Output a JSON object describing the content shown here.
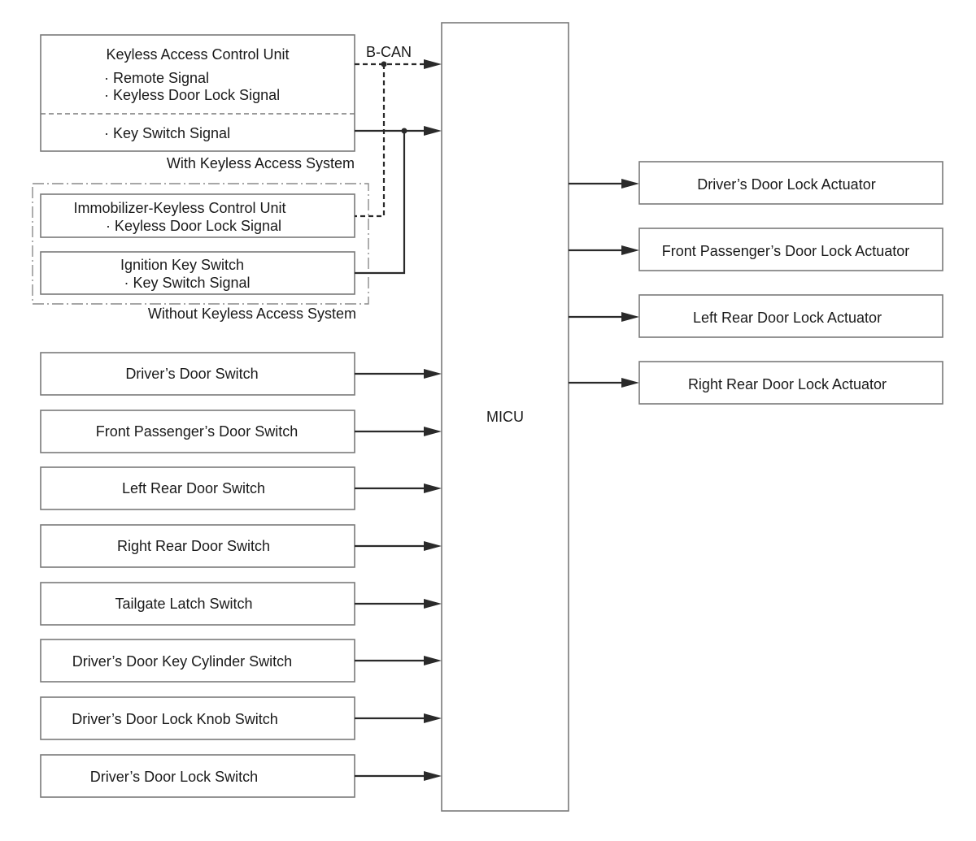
{
  "keyless_unit": {
    "title": "Keyless Access Control Unit",
    "line1": "· Remote Signal",
    "line2": "· Keyless Door Lock Signal",
    "line3": "· Key Switch Signal"
  },
  "bus_label": "B-CAN",
  "with_keyless_label": "With Keyless Access System",
  "immobilizer_unit": {
    "title": "Immobilizer-Keyless Control Unit",
    "line1": "· Keyless Door Lock Signal"
  },
  "ignition_switch": {
    "title": "Ignition Key Switch",
    "line1": "· Key Switch Signal"
  },
  "without_keyless_label": "Without Keyless Access System",
  "micu_label": "MICU",
  "input_switches": [
    "Driver’s Door Switch",
    "Front Passenger’s Door Switch",
    "Left Rear Door Switch",
    "Right Rear Door Switch",
    "Tailgate Latch Switch",
    "Driver’s Door Key Cylinder Switch",
    "Driver’s Door Lock Knob Switch",
    "Driver’s Door Lock Switch"
  ],
  "actuators": [
    "Driver’s Door Lock Actuator",
    "Front Passenger’s Door Lock Actuator",
    "Left Rear Door Lock Actuator",
    "Right Rear Door Lock Actuator"
  ]
}
